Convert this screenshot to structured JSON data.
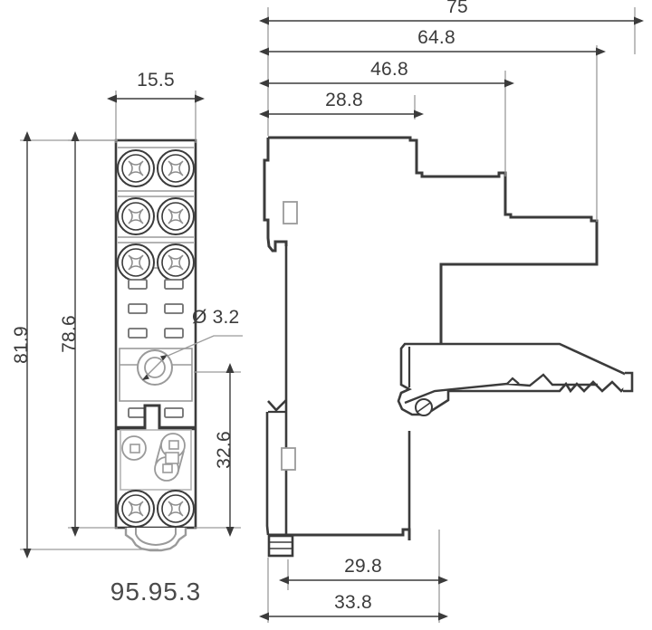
{
  "drawing": {
    "title": "95.95.3",
    "part_label": "95.95.3",
    "units": "mm",
    "line_color": "#3b3b3b",
    "thin_line_color": "#9a9a9a",
    "background": "#ffffff"
  },
  "views": {
    "front": {
      "name": "front-view",
      "terminal_rows": 3,
      "terminals_per_row": 2,
      "bottom_terminal_row": 1
    },
    "side": {
      "name": "side-view",
      "has_din_clip": true,
      "has_pivot_screw": true
    }
  },
  "dimensions": {
    "front_width": {
      "value": "15.5",
      "name": "dimension-15-5",
      "orientation": "horizontal"
    },
    "total_height": {
      "value": "81.9",
      "name": "dimension-81-9",
      "orientation": "vertical"
    },
    "body_height": {
      "value": "78.6",
      "name": "dimension-78-6",
      "orientation": "vertical"
    },
    "lower_height": {
      "value": "32.6",
      "name": "dimension-32-6",
      "orientation": "vertical"
    },
    "hole_diameter": {
      "value": "Ø 3.2",
      "name": "dimension-hole-diameter",
      "orientation": "leader"
    },
    "side_total": {
      "value": "75",
      "name": "dimension-75",
      "orientation": "horizontal"
    },
    "side_64_8": {
      "value": "64.8",
      "name": "dimension-64-8",
      "orientation": "horizontal"
    },
    "side_46_8": {
      "value": "46.8",
      "name": "dimension-46-8",
      "orientation": "horizontal"
    },
    "side_28_8": {
      "value": "28.8",
      "name": "dimension-28-8",
      "orientation": "horizontal"
    },
    "bottom_29_8": {
      "value": "29.8",
      "name": "dimension-29-8",
      "orientation": "horizontal"
    },
    "bottom_33_8": {
      "value": "33.8",
      "name": "dimension-33-8",
      "orientation": "horizontal"
    }
  }
}
